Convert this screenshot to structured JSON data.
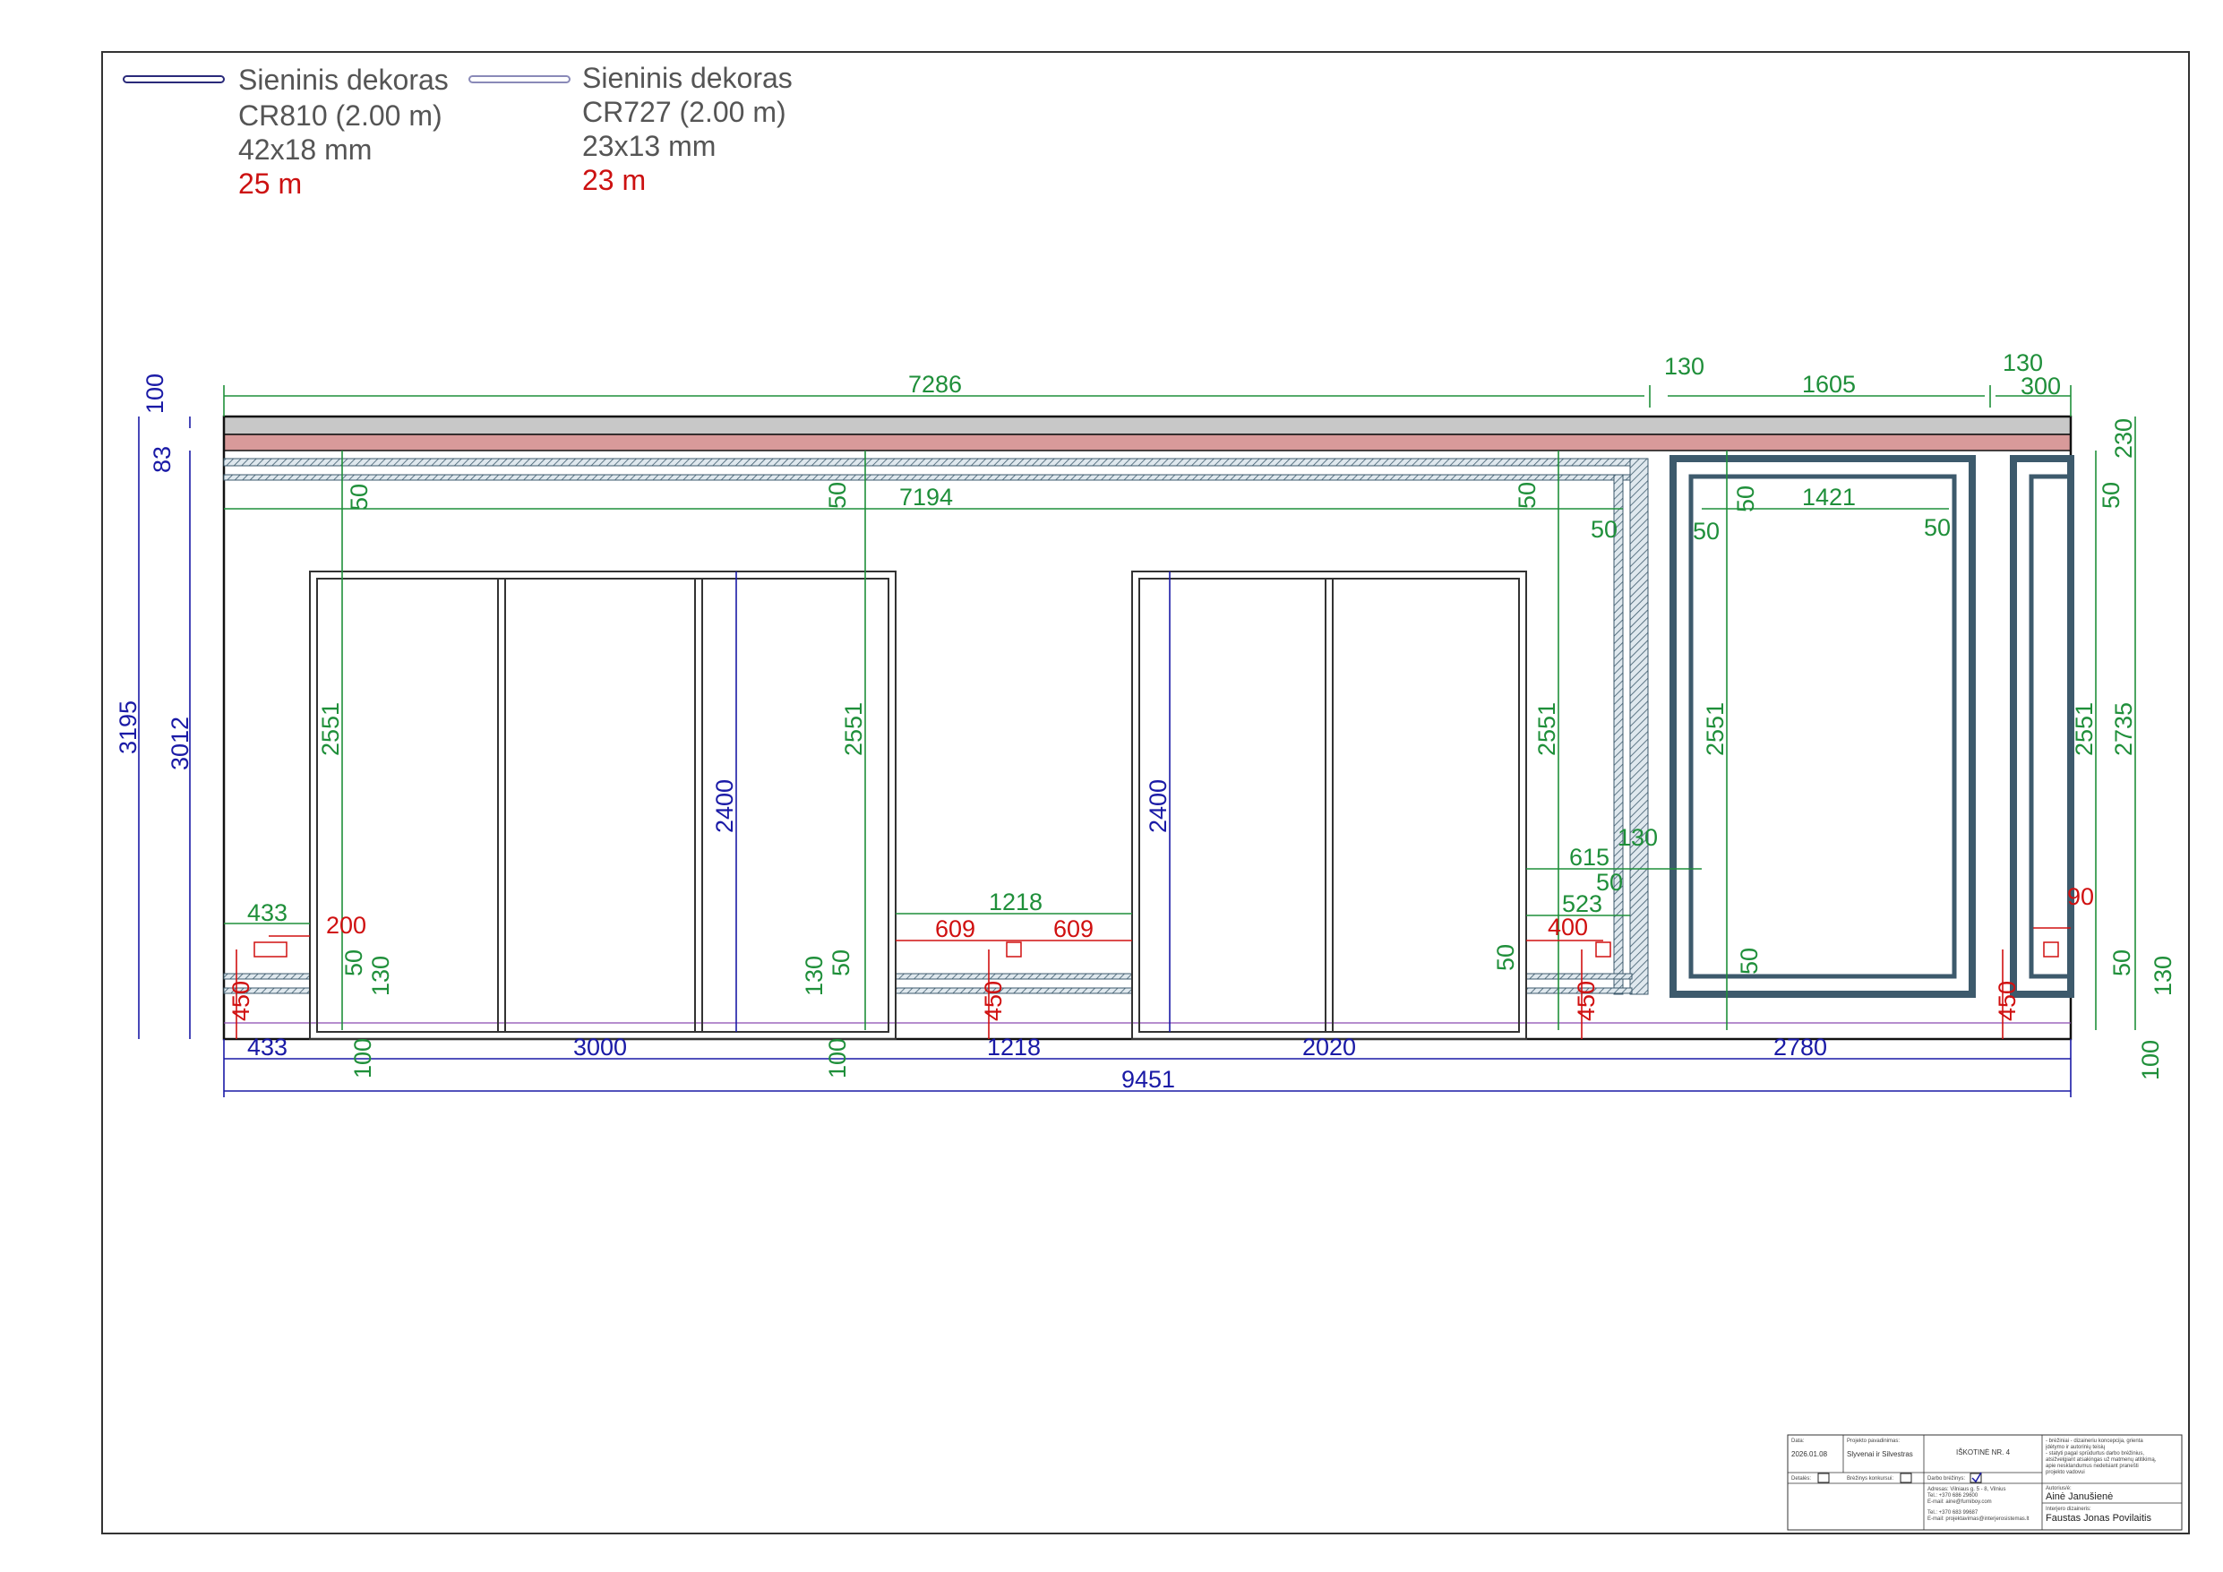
{
  "legend": [
    {
      "name": "Sieninis dekoras",
      "code": "CR810 (2.00 m)",
      "size": "42x18 mm",
      "length": "25 m",
      "line_color": "#2a2a7a"
    },
    {
      "name": "Sieninis dekoras",
      "code": "CR727 (2.00 m)",
      "size": "23x13 mm",
      "length": "23 m",
      "line_color": "#8a8ab8"
    }
  ],
  "colors": {
    "dim_green": "#1f8f3a",
    "dim_blue": "#1a1aa6",
    "dim_red": "#d01010",
    "ceiling_grey": "#c8c8c8",
    "ceiling_pink": "#d89a9a",
    "moulding": "#4e6f84"
  },
  "dims": {
    "top_7286": "7286",
    "top_130a": "130",
    "top_1605": "1605",
    "top_130b": "130",
    "top_300": "300",
    "left_100": "100",
    "left_83": "83",
    "left_3195": "3195",
    "left_3012": "3012",
    "v50_1": "50",
    "v50_2": "50",
    "v50_3": "50",
    "v50_4": "50",
    "v50_5": "50",
    "h7194": "7194",
    "h1421": "1421",
    "h50_1": "50",
    "h50_2": "50",
    "h50_3": "50",
    "v2551_1": "2551",
    "v2551_2": "2551",
    "v2551_3": "2551",
    "v2551_4": "2551",
    "v2551_5": "2551",
    "v2400_1": "2400",
    "v2400_2": "2400",
    "right_2735": "2735",
    "right_230": "230",
    "h433_top": "433",
    "h200": "200",
    "h1218_top": "1218",
    "h609_1": "609",
    "h609_2": "609",
    "h615": "615",
    "h130_mid": "130",
    "h50_mid": "50",
    "h523": "523",
    "h400": "400",
    "h90": "90",
    "v450_1": "450",
    "v450_2": "450",
    "v450_3": "450",
    "v450_4": "450",
    "v50_l": "50",
    "v130_l": "130",
    "v130_c": "130",
    "v50_c": "50",
    "v50_r1": "50",
    "v50_r2": "50",
    "v50_r3": "50",
    "v130_r": "130",
    "bot_433": "433",
    "bot_100a": "100",
    "bot_3000": "3000",
    "bot_100b": "100",
    "bot_1218": "1218",
    "bot_2020": "2020",
    "bot_2780": "2780",
    "bot_100r": "100",
    "bot_9451": "9451"
  },
  "title_block": {
    "date_label": "Data:",
    "date": "2026.01.08",
    "project_label": "Projekto pavadinimas:",
    "project": "Slyvenai ir Silvestras",
    "sheet_title": "IŠKOTINĖ NR. 4",
    "note_lines": [
      "- brėžiniai - dizaineriu koncepcija, grienta",
      "  įdėtymo ir autorinių teisių",
      "- statyti pagal sprūdurtus darbo brėžinius,",
      "  atsižvelgiant atsakingas už matmenų atitikimą,",
      "  apie nesklandumus nedelsiant pranešti",
      "  projekto vadovui"
    ],
    "check1_label": "Detalės:",
    "check2_label": "Brėžinys konkursui:",
    "check3_label": "Darbo brėžinys:",
    "address_lines": [
      "Adresas: Vilniaus g. 5 - 8, Vilnius",
      "Tel.: +370 686 29600",
      "E-mail: aine@furniboy.com"
    ],
    "contact_lines": [
      "Tel.: +370 683 99687",
      "E-mail: projektavimas@interjerosistemas.lt"
    ],
    "author_label": "Autorius/ė:",
    "author": "Ainė Janušienė",
    "designer_label": "Interjero dizaineris:",
    "designer": "Faustas Jonas Povilaitis"
  }
}
